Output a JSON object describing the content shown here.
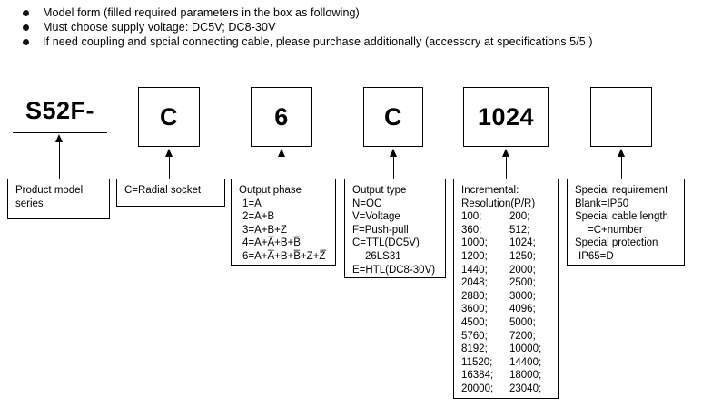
{
  "notes": [
    "Model form (filled required parameters in the box as following)",
    "Must choose supply voltage:  DC5V;  DC8-30V",
    "If need coupling and spcial connecting cable, please purchase additionally (accessory at specifications 5/5 )"
  ],
  "code_sequence": [
    {
      "name": "series",
      "value": "S52F-",
      "boxed": false
    },
    {
      "name": "socket",
      "value": "C",
      "boxed": true
    },
    {
      "name": "output-phase",
      "value": "6",
      "boxed": true
    },
    {
      "name": "output-type",
      "value": "C",
      "boxed": true
    },
    {
      "name": "resolution",
      "value": "1024",
      "boxed": true
    },
    {
      "name": "special-requirement",
      "value": "",
      "boxed": true
    }
  ],
  "descriptions": {
    "product_model": {
      "title": "Product model",
      "lines": [
        "Product model",
        "series"
      ]
    },
    "socket": {
      "lines": [
        "C=Radial socket"
      ]
    },
    "output_phase": {
      "title": "Output phase",
      "options": [
        {
          "code": "1",
          "expr": "A"
        },
        {
          "code": "2",
          "expr": "A+B"
        },
        {
          "code": "3",
          "expr": "A+B+Z"
        },
        {
          "code": "4",
          "expr": "A+A̅+B+B̅"
        },
        {
          "code": "6",
          "expr": "A+A̅+B+B̅+Z+Z̅"
        }
      ]
    },
    "output_type": {
      "title": "Output type",
      "lines": [
        "N=OC",
        "V=Voltage",
        "F=Push-pull",
        "C=TTL(DC5V)",
        "26LS31",
        "E=HTL(DC8-30V)"
      ]
    },
    "resolution": {
      "title": "Incremental:",
      "subtitle": "Resolution(P/R)",
      "values": [
        [
          "100;",
          "200;"
        ],
        [
          "360;",
          "512;"
        ],
        [
          "1000;",
          "1024;"
        ],
        [
          "1200;",
          "1250;"
        ],
        [
          "1440;",
          "2000;"
        ],
        [
          "2048;",
          "2500;"
        ],
        [
          "2880;",
          "3000;"
        ],
        [
          "3600;",
          "4096;"
        ],
        [
          "4500;",
          "5000;"
        ],
        [
          "5760;",
          "7200;"
        ],
        [
          "8192;",
          "10000;"
        ],
        [
          "11520;",
          "14400;"
        ],
        [
          "16384;",
          "18000;"
        ],
        [
          "20000;",
          "23040;"
        ]
      ]
    },
    "special": {
      "title": "Special requirement",
      "lines": [
        "Blank=IP50",
        "Special cable length",
        "=C+number",
        "Special protection",
        "IP65=D"
      ]
    }
  },
  "colors": {
    "ink": "#000000",
    "paper": "#ffffff"
  }
}
